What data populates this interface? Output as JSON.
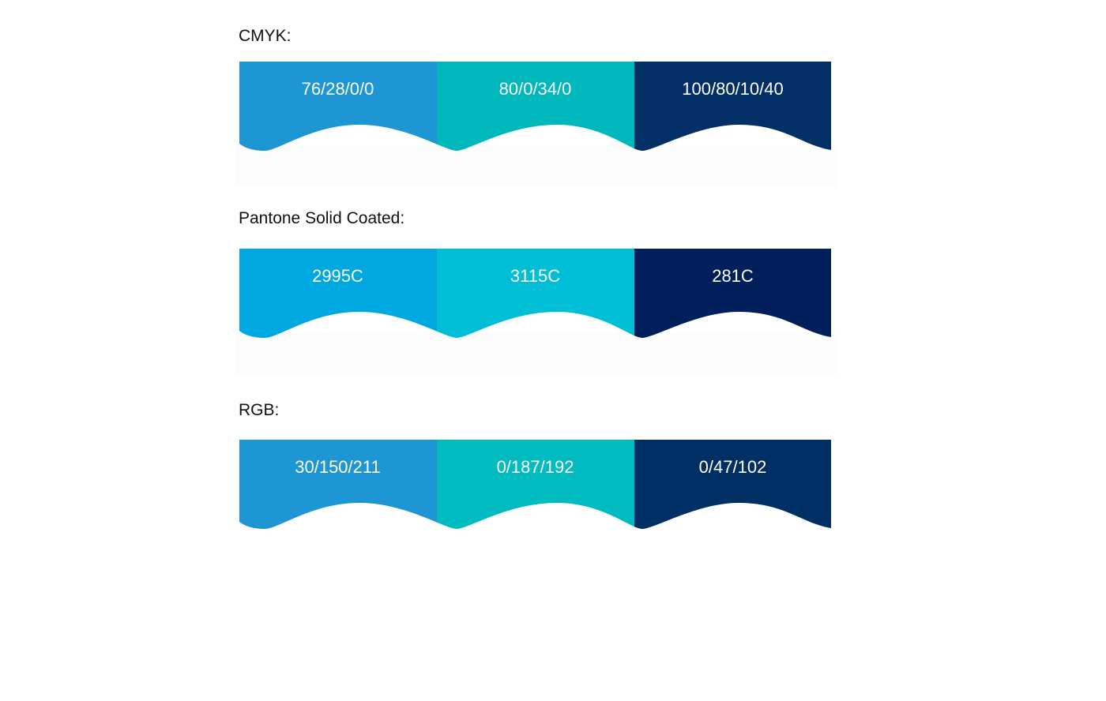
{
  "sections": [
    {
      "title": "CMYK:",
      "swatches": [
        {
          "value": "76/28/0/0",
          "color": "#1E96D3"
        },
        {
          "value": "80/0/34/0",
          "color": "#00B8BB"
        },
        {
          "value": "100/80/10/40",
          "color": "#022F66"
        }
      ]
    },
    {
      "title": "Pantone Solid Coated:",
      "swatches": [
        {
          "value": "2995C",
          "color": "#00A8E1"
        },
        {
          "value": "3115C",
          "color": "#00BED6"
        },
        {
          "value": "281C",
          "color": "#001F5B"
        }
      ]
    },
    {
      "title": "RGB:",
      "swatches": [
        {
          "value": "30/150/211",
          "color": "#1E96D3"
        },
        {
          "value": "0/187/192",
          "color": "#00BBC0"
        },
        {
          "value": "0/47/102",
          "color": "#002F66"
        }
      ]
    }
  ]
}
